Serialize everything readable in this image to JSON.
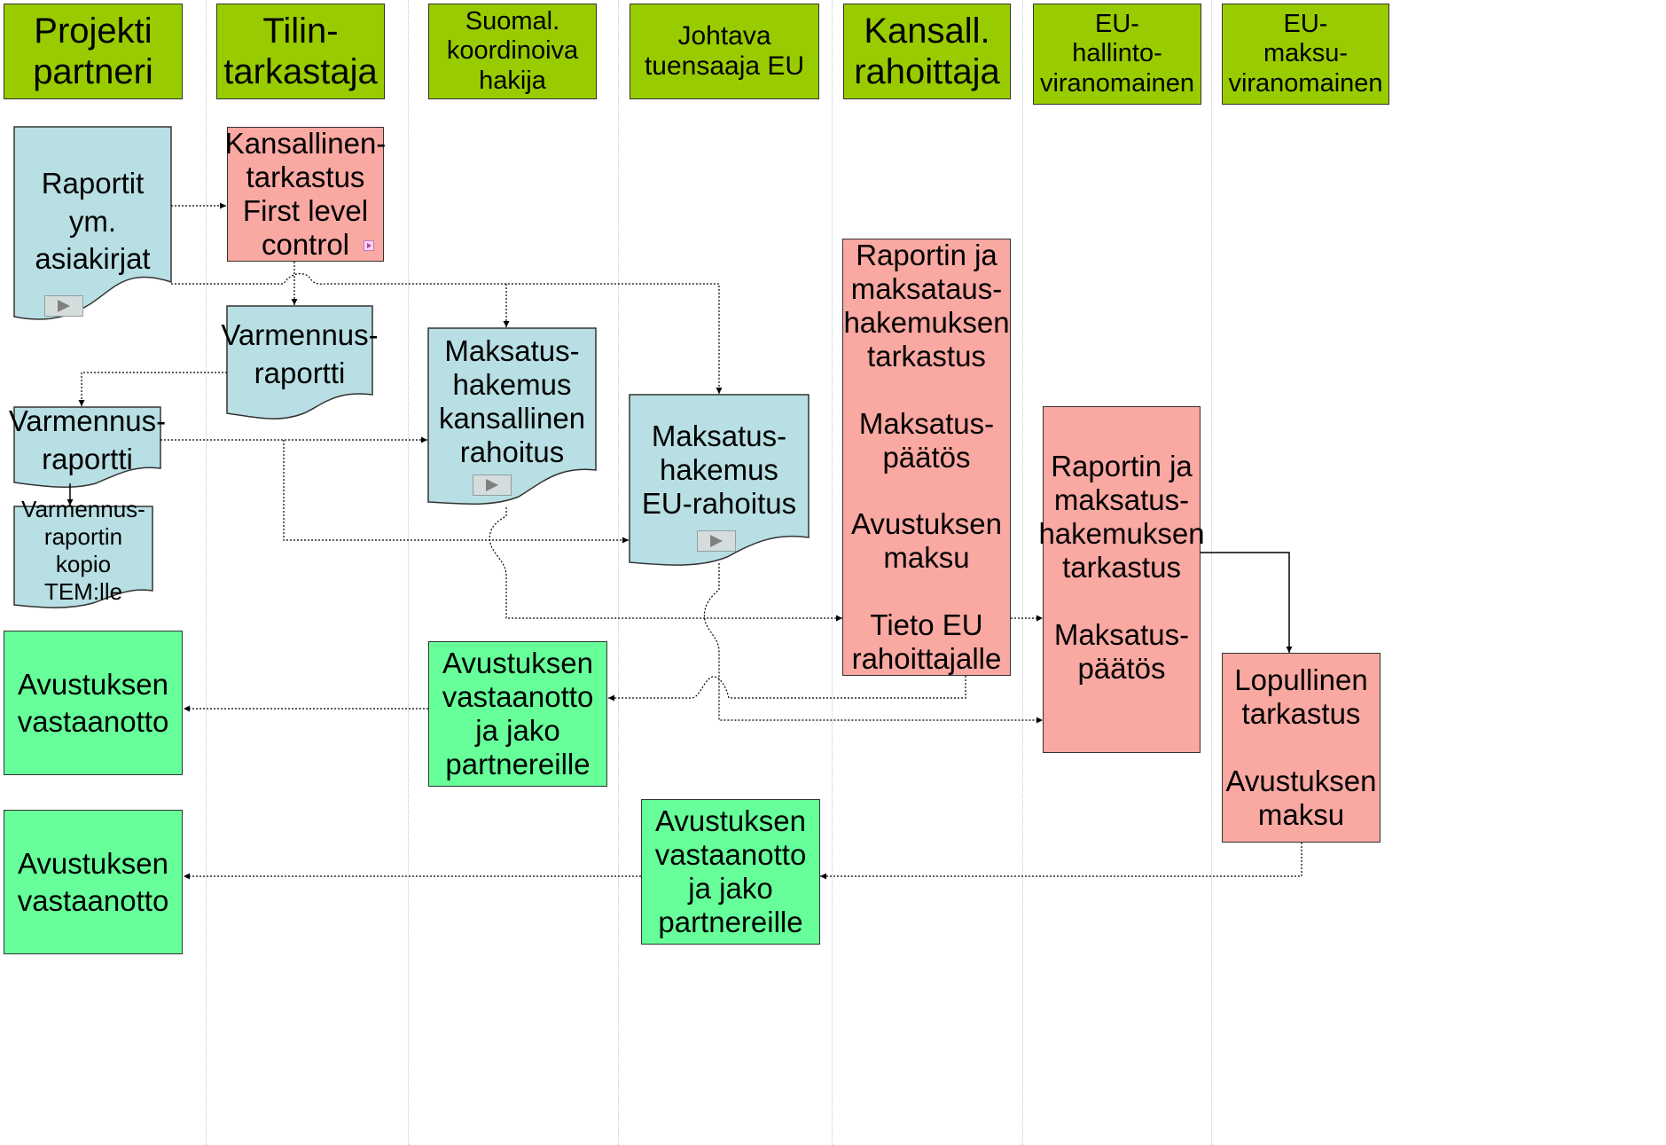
{
  "colors": {
    "header_fill": "#99cc00",
    "document_fill": "#b8dfe3",
    "process_fill": "#f9a8a2",
    "payment_fill": "#66ff99",
    "stroke": "#333333"
  },
  "lanes": [
    {
      "label": "Projekti\npartneri"
    },
    {
      "label": "Tilin-\ntarkastaja"
    },
    {
      "label": "Suomal.\nkoordinoiva\nhakija"
    },
    {
      "label": "Johtava\ntuensaaja EU"
    },
    {
      "label": "Kansall.\nrahoittaja"
    },
    {
      "label": "EU-\nhallinto-\nviranomainen"
    },
    {
      "label": "EU-\nmaksu-\nviranomainen"
    }
  ],
  "documents": {
    "reports": "Raportit ym.\nasiakirjat",
    "verification_report_auditor": "Varmennus-\nraportti",
    "verification_report_partner": "Varmennus-\nraportti",
    "verification_copy": "Varmennus-\nraportin\nkopio TEM:lle",
    "payment_application_national": "Maksatus-\nhakemus\nkansallinen\nrahoitus",
    "payment_application_eu": "Maksatus-\nhakemus\nEU-rahoitus"
  },
  "processes": {
    "national_control": "Kansallinen-\ntarkastus\nFirst level\ncontrol",
    "national_funder_review": "Raportin ja\nmaksataus-\nhakemuksen\ntarkastus\n\nMaksatus-\npäätös\n\nAvustuksen\nmaksu\n\nTieto EU\nrahoittajalle",
    "eu_authority_review": "Raportin ja\nmaksatus-\nhakemuksen\ntarkastus\n\nMaksatus-\npäätös",
    "final_control": "Lopullinen\ntarkastus\n\nAvustuksen\nmaksu"
  },
  "payments": {
    "partner_receipt_1": "Avustuksen\nvastaanotto",
    "partner_receipt_2": "Avustuksen\nvastaanotto",
    "coordinator_distribution": "Avustuksen\nvastaanotto\nja jako\npartnereille",
    "lead_distribution": "Avustuksen\nvastaanotto\nja jako\npartnereille"
  }
}
